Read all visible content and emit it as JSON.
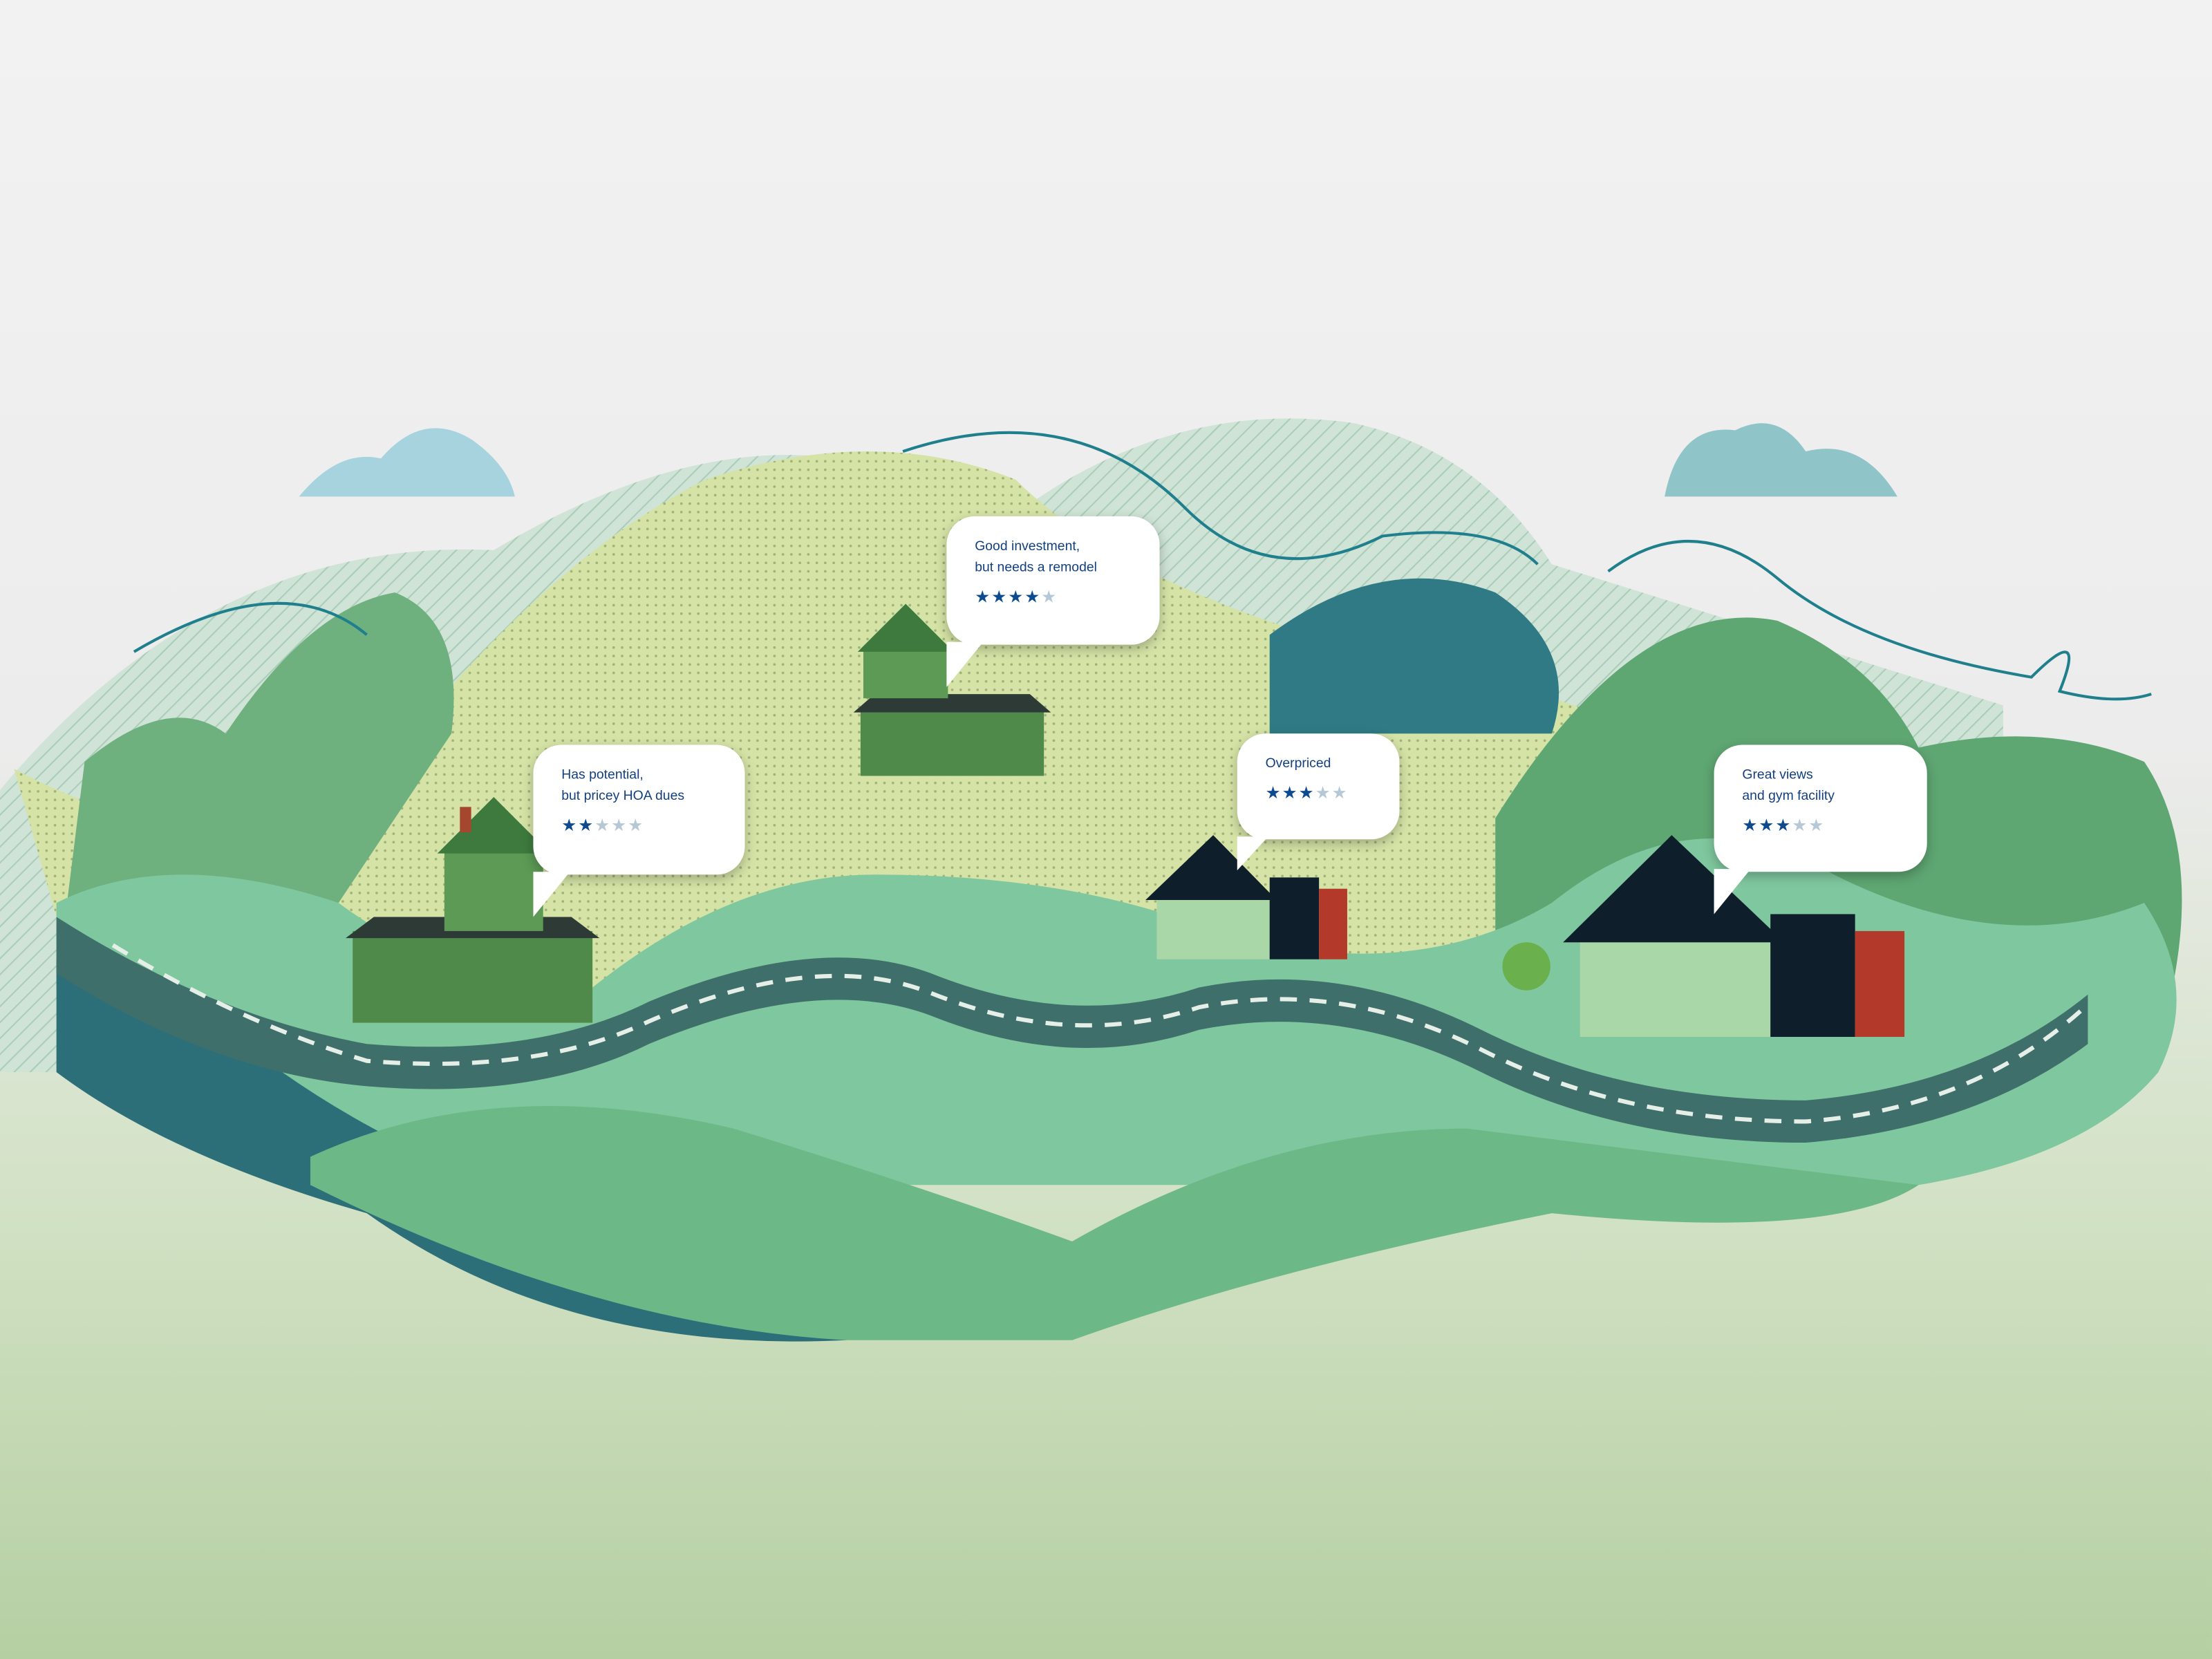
{
  "reviews": [
    {
      "line1": "Good investment,",
      "line2": "but needs a remodel",
      "rating": 4,
      "max": 5
    },
    {
      "line1": "Has potential,",
      "line2": "but pricey HOA dues",
      "rating": 2,
      "max": 5
    },
    {
      "line1": "Overpriced",
      "line2": "",
      "rating": 3,
      "max": 5
    },
    {
      "line1": "Great views",
      "line2": "and gym facility",
      "rating": 3,
      "max": 5
    }
  ],
  "colors": {
    "star_filled": "#0d4a8f",
    "star_empty": "#b6c8d6",
    "text": "#12407f",
    "road": "#3f6f6a"
  }
}
